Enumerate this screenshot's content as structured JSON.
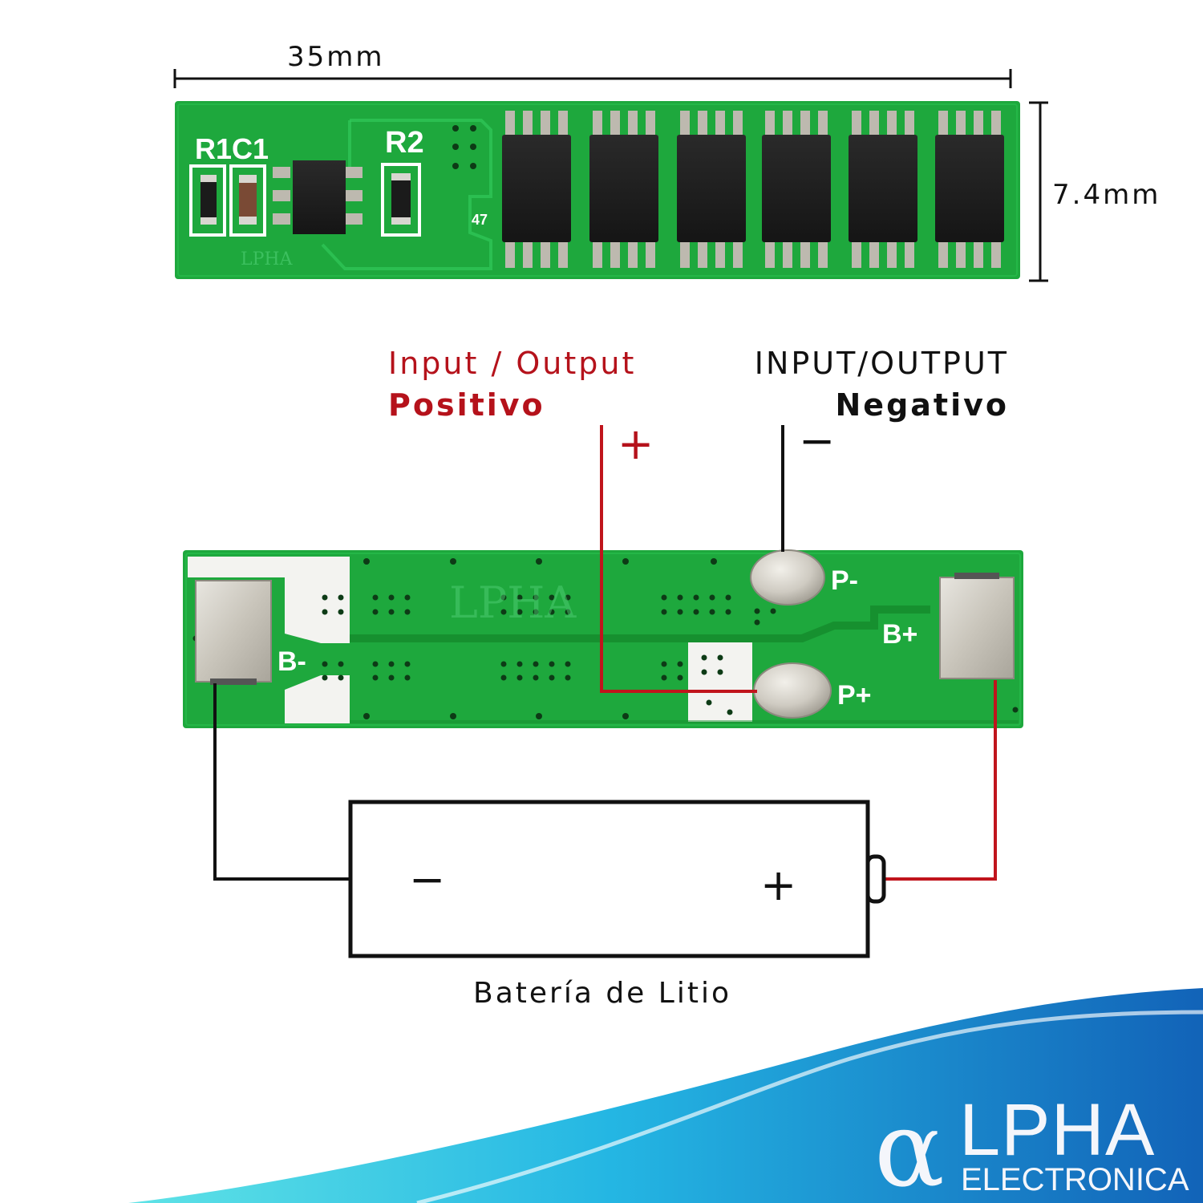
{
  "dimensions": {
    "width": "35mm",
    "height": "7.4mm"
  },
  "top_board": {
    "silk_r1c1": "R1C1",
    "silk_r2": "R2",
    "silk_47": "47",
    "watermark": "LPHA"
  },
  "labels": {
    "positive_line1": "Input / Output",
    "positive_line2": "Positivo",
    "negative_line1": "INPUT/OUTPUT",
    "negative_line2": "Negativo",
    "plus_sign": "+",
    "minus_sign": "−"
  },
  "bottom_board": {
    "b_minus": "B-",
    "b_plus": "B+",
    "p_minus": "P-",
    "p_plus": "P+",
    "watermark": "LPHA"
  },
  "battery": {
    "minus": "−",
    "plus": "+",
    "caption": "Batería de Litio"
  },
  "logo": {
    "alpha": "α",
    "main": "LPHA",
    "sub": "ELECTRONICA"
  },
  "colors": {
    "pcb": "#1aa33a",
    "wire_positive": "#c0141c",
    "wire_negative": "#111111",
    "label_positive": "#b5121b",
    "logo_wave": "#1a8fd6"
  }
}
